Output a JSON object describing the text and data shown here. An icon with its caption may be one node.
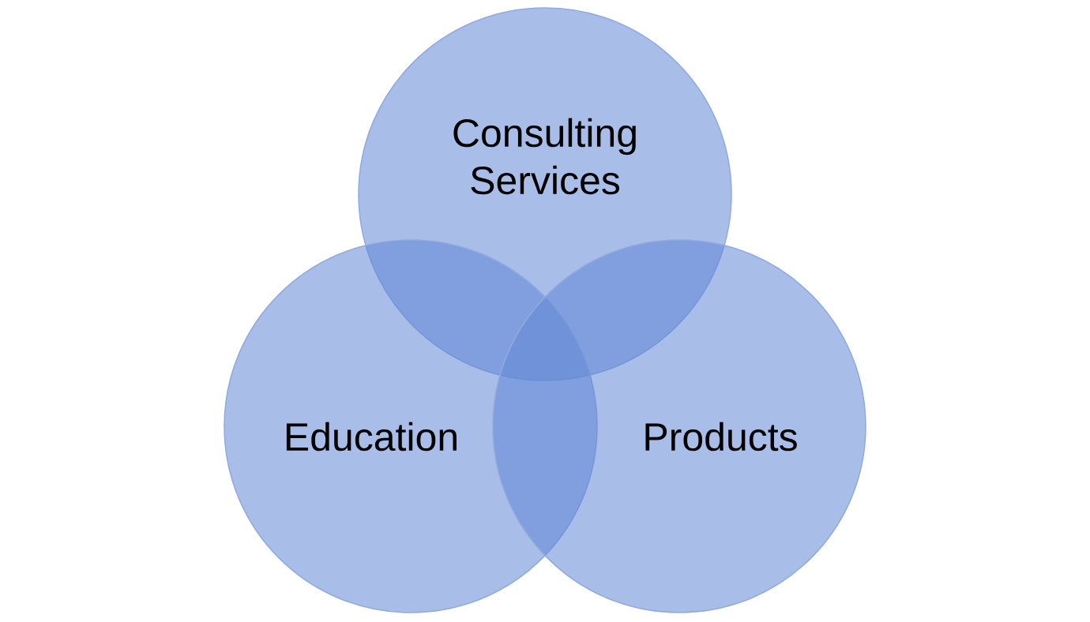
{
  "diagram": {
    "nodes": [
      {
        "text": [
          "Consulting Services"
        ]
      },
      {
        "text": [
          "Education"
        ]
      },
      {
        "text": [
          "Products"
        ]
      }
    ]
  }
}
